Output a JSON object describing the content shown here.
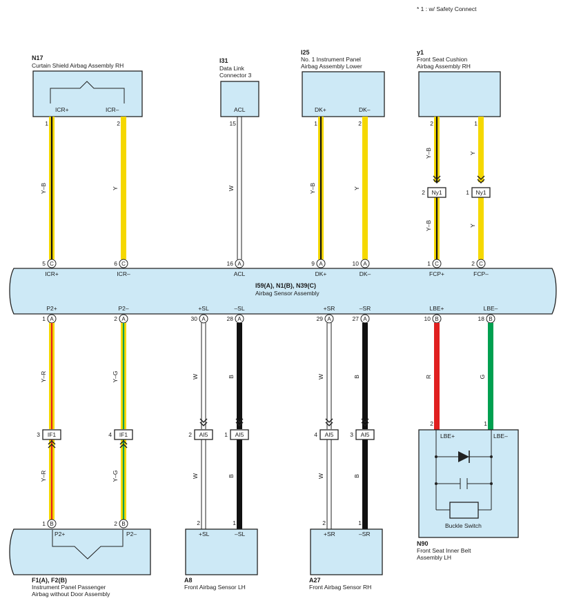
{
  "note": "* 1 : w/ Safety Connect",
  "components": {
    "n17": {
      "code": "N17",
      "name": "Curtain Shield Airbag Assembly RH",
      "pin_left": "ICR+",
      "pin_right": "ICR–"
    },
    "i31": {
      "code": "I31",
      "name_line1": "Data Link",
      "name_line2": "Connector 3",
      "pin": "ACL"
    },
    "i25": {
      "code": "I25",
      "name_line1": "No.  1 Instrument Panel",
      "name_line2": "Airbag Assembly Lower",
      "pin_left": "DK+",
      "pin_right": "DK–"
    },
    "y1": {
      "code": "y1",
      "name_line1": "Front Seat Cushion",
      "name_line2": "Airbag Assembly RH"
    },
    "sensor": {
      "code": "I59(A), N1(B), N39(C)",
      "name": "Airbag Sensor Assembly"
    },
    "f1": {
      "code": "F1(A), F2(B)",
      "name_line1": "Instrument Panel Passenger",
      "name_line2": "Airbag without Door Assembly",
      "pin_left": "P2+",
      "pin_right": "P2–"
    },
    "a8": {
      "code": "A8",
      "name": "Front Airbag Sensor LH",
      "pin_left": "+SL",
      "pin_right": "–SL"
    },
    "a27": {
      "code": "A27",
      "name": "Front Airbag Sensor RH",
      "pin_left": "+SR",
      "pin_right": "–SR"
    },
    "n90": {
      "code": "N90",
      "name_line1": "Front Seat Inner Belt",
      "name_line2": "Assembly LH",
      "pin_left": "LBE+",
      "pin_right": "LBE–",
      "switch_label": "Buckle Switch"
    }
  },
  "sensor_pins_top": [
    {
      "pin": "5",
      "conn": "C",
      "label": "ICR+"
    },
    {
      "pin": "6",
      "conn": "C",
      "label": "ICR–"
    },
    {
      "pin": "16",
      "conn": "A",
      "label": "ACL"
    },
    {
      "pin": "9",
      "conn": "A",
      "label": "DK+"
    },
    {
      "pin": "10",
      "conn": "A",
      "label": "DK–"
    },
    {
      "pin": "1",
      "conn": "C",
      "label": "FCP+"
    },
    {
      "pin": "2",
      "conn": "C",
      "label": "FCP–"
    }
  ],
  "sensor_pins_bottom": [
    {
      "pin": "1",
      "conn": "A",
      "label": "P2+"
    },
    {
      "pin": "2",
      "conn": "A",
      "label": "P2–"
    },
    {
      "pin": "30",
      "conn": "A",
      "label": "+SL"
    },
    {
      "pin": "28",
      "conn": "A",
      "label": "–SL"
    },
    {
      "pin": "29",
      "conn": "A",
      "label": "+SR"
    },
    {
      "pin": "27",
      "conn": "A",
      "label": "–SR"
    },
    {
      "pin": "10",
      "conn": "B",
      "label": "LBE+"
    },
    {
      "pin": "18",
      "conn": "B",
      "label": "LBE–"
    }
  ],
  "top_wires": [
    {
      "top_pin": "1",
      "color": "Y–B",
      "colors": [
        "#f5d800",
        "#111111"
      ]
    },
    {
      "top_pin": "2",
      "color": "Y",
      "colors": [
        "#f5d800"
      ]
    },
    {
      "top_pin": "15",
      "color": "W",
      "colors": [
        "#ffffff"
      ]
    },
    {
      "top_pin": "1",
      "color": "Y–B",
      "colors": [
        "#f5d800",
        "#111111"
      ]
    },
    {
      "top_pin": "2",
      "color": "Y",
      "colors": [
        "#f5d800"
      ]
    },
    {
      "top_pin": "2",
      "color": "Y–B",
      "colors": [
        "#f5d800",
        "#111111"
      ]
    },
    {
      "top_pin": "1",
      "color": "Y",
      "colors": [
        "#f5d800"
      ]
    }
  ],
  "y1_connectors": [
    {
      "pin": "2",
      "label": "Ny1",
      "upper_color": "Y–B",
      "lower_color": "Y–B"
    },
    {
      "pin": "1",
      "label": "Ny1",
      "upper_color": "Y",
      "lower_color": "Y"
    }
  ],
  "bottom_wires": [
    {
      "color_upper": "Y–R",
      "color_lower": "Y–R",
      "colors": [
        "#f5d800",
        "#e02020"
      ],
      "conn_pin": "3",
      "conn_label": "IF1",
      "end_pin": "1",
      "end_conn": "B"
    },
    {
      "color_upper": "Y–G",
      "color_lower": "Y–G",
      "colors": [
        "#f5d800",
        "#00a050"
      ],
      "conn_pin": "4",
      "conn_label": "IF1",
      "end_pin": "2",
      "end_conn": "B"
    },
    {
      "color_upper": "W",
      "color_lower": "W",
      "colors": [
        "#ffffff"
      ],
      "conn_pin": "2",
      "conn_label": "AI5",
      "end_pin": "2",
      "end_conn": ""
    },
    {
      "color_upper": "B",
      "color_lower": "B",
      "colors": [
        "#111111"
      ],
      "conn_pin": "1",
      "conn_label": "AI5",
      "end_pin": "1",
      "end_conn": ""
    },
    {
      "color_upper": "W",
      "color_lower": "W",
      "colors": [
        "#ffffff"
      ],
      "conn_pin": "4",
      "conn_label": "AI5",
      "end_pin": "2",
      "end_conn": ""
    },
    {
      "color_upper": "B",
      "color_lower": "B",
      "colors": [
        "#111111"
      ],
      "conn_pin": "3",
      "conn_label": "AI5",
      "end_pin": "1",
      "end_conn": ""
    },
    {
      "color_upper": "R",
      "colors": [
        "#e02020"
      ],
      "end_pin": "2"
    },
    {
      "color_upper": "G",
      "colors": [
        "#00a050"
      ],
      "end_pin": "1"
    }
  ]
}
